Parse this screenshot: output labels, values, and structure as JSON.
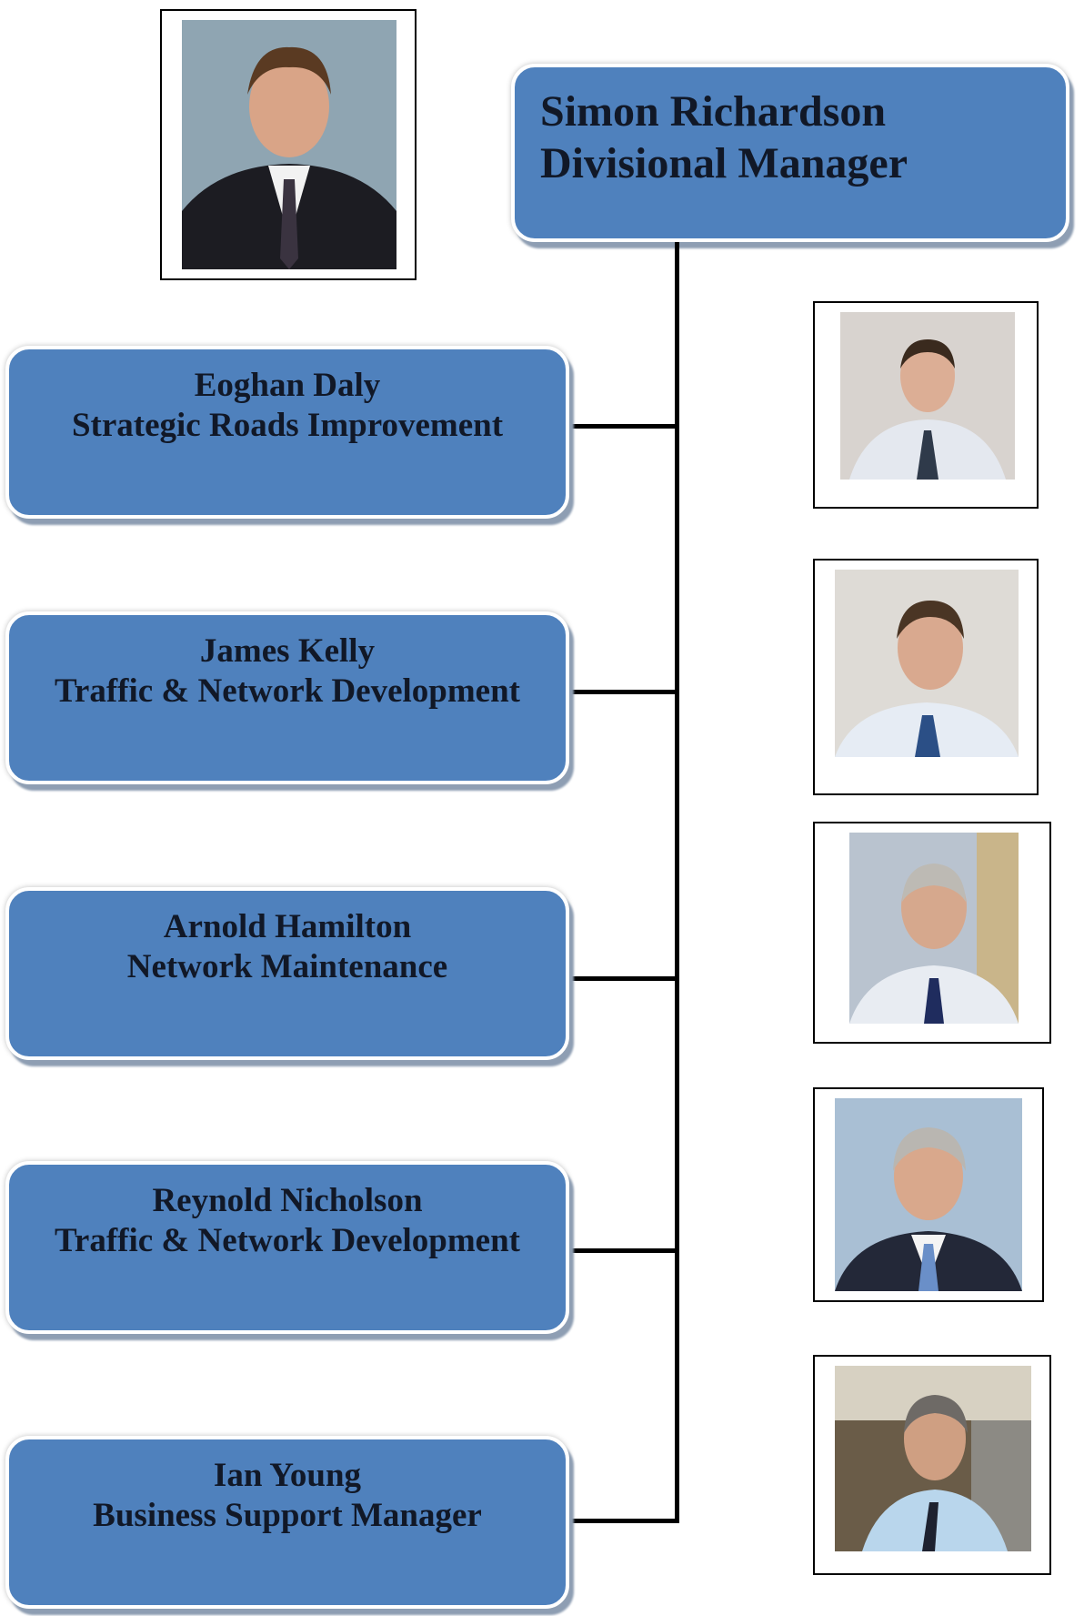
{
  "manager": {
    "name": "Simon Richardson",
    "title": "Divisional Manager",
    "photo": "manager-portrait-photo"
  },
  "reports": [
    {
      "name": "Eoghan Daly",
      "title": "Strategic Roads Improvement",
      "photo": "eoghan-daly-portrait-photo"
    },
    {
      "name": "James Kelly",
      "title": "Traffic & Network Development",
      "photo": "james-kelly-portrait-photo"
    },
    {
      "name": "Arnold Hamilton",
      "title": "Network Maintenance",
      "photo": "arnold-hamilton-portrait-photo"
    },
    {
      "name": "Reynold Nicholson",
      "title": "Traffic & Network Development",
      "photo": "reynold-nicholson-portrait-photo"
    },
    {
      "name": "Ian Young",
      "title": "Business Support Manager",
      "photo": "ian-young-portrait-photo"
    }
  ],
  "colors": {
    "box_fill": "#4f81bd",
    "box_shadow": "#8e9eb3",
    "connector": "#000000"
  }
}
